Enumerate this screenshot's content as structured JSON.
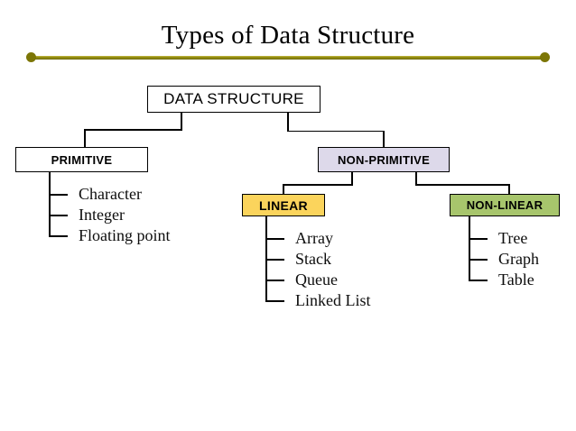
{
  "slide": {
    "title": "Types of Data Structure",
    "background_color": "#ffffff",
    "divider_color": "#918a12"
  },
  "diagram": {
    "type": "tree",
    "root": {
      "label": "DATA STRUCTURE",
      "fill_color": "#ffffff",
      "border_color": "#000000"
    },
    "level2": [
      {
        "label": "PRIMITIVE",
        "fill_color": "#ffffff",
        "border_color": "#000000",
        "children": [
          "Character",
          "Integer",
          "Floating point"
        ]
      },
      {
        "label": "NON-PRIMITIVE",
        "fill_color": "#ddd9ea",
        "border_color": "#000000",
        "children": []
      }
    ],
    "level3": [
      {
        "label": "LINEAR",
        "fill_color": "#fbd45c",
        "border_color": "#000000",
        "children": [
          "Array",
          "Stack",
          "Queue",
          "Linked List"
        ]
      },
      {
        "label": "NON-LINEAR",
        "fill_color": "#a7c56c",
        "border_color": "#000000",
        "children": [
          "Tree",
          "Graph",
          "Table"
        ]
      }
    ]
  },
  "leaves": {
    "primitive": [
      "Character",
      "Integer",
      "Floating point"
    ],
    "linear": [
      "Array",
      "Stack",
      "Queue",
      "Linked List"
    ],
    "nonlinear": [
      "Tree",
      "Graph",
      "Table"
    ]
  }
}
